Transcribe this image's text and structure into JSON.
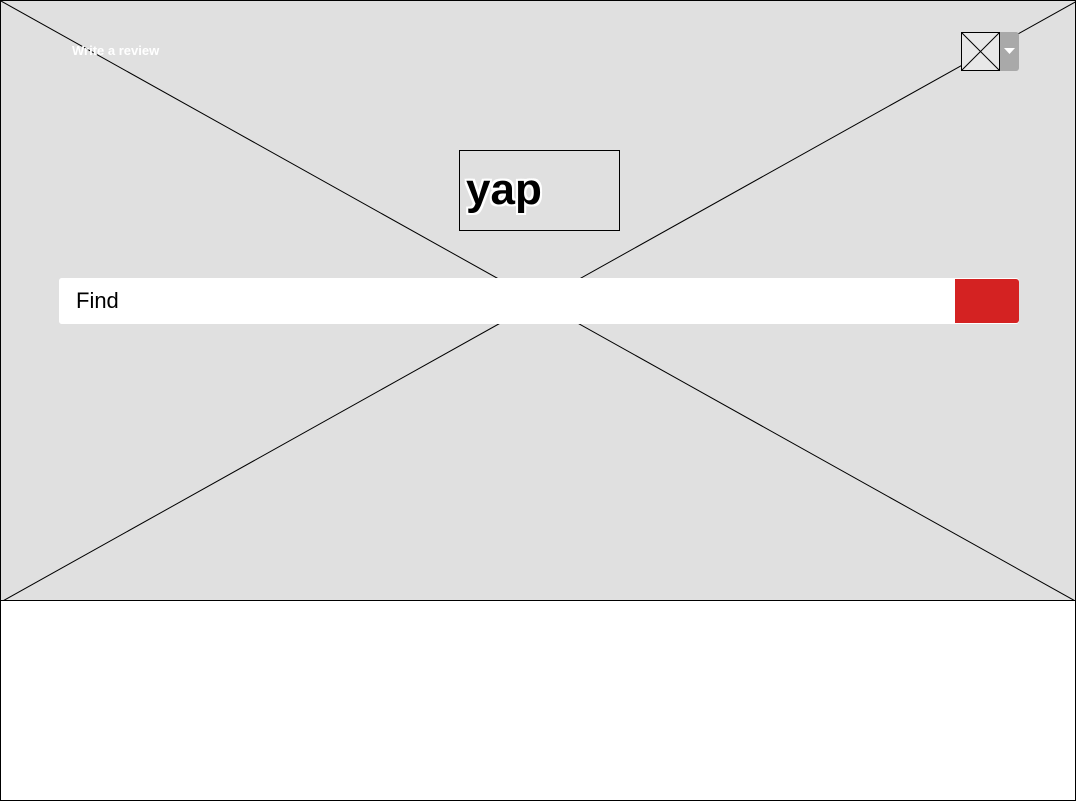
{
  "header": {
    "write_review_label": "Write a review"
  },
  "logo": {
    "text": "yap"
  },
  "search": {
    "placeholder": "Find",
    "button_color": "#d42222"
  },
  "user_menu": {
    "avatar_icon": "image-placeholder-icon",
    "dropdown_icon": "caret-down-icon"
  },
  "hero": {
    "background_icon": "image-placeholder-icon",
    "background_color": "#e0e0e0"
  }
}
